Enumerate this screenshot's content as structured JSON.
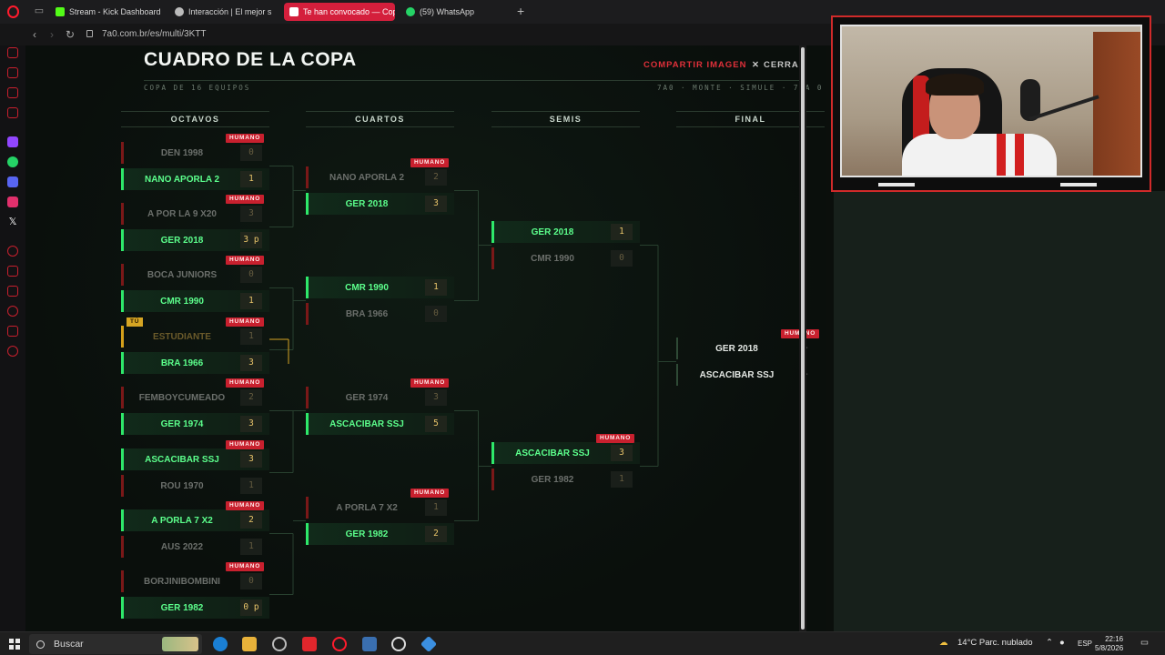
{
  "browser": {
    "tabs": [
      {
        "label": "Stream - Kick Dashboard",
        "color": "#53fc18"
      },
      {
        "label": "Interacción | El mejor s",
        "color": "#ffffff"
      },
      {
        "label": "Te han convocado — Copa",
        "color": "#ffffff",
        "active": true
      },
      {
        "label": "(59) WhatsApp",
        "color": "#25d366"
      }
    ],
    "url": "7a0.com.br/es/multi/3KTT"
  },
  "header": {
    "title": "CUADRO DE LA COPA",
    "share_label": "COMPARTIR IMAGEN",
    "close_label": "CERRAR",
    "subtitle": "COPA DE 16 EQUIPOS",
    "meta": "7A0 · MONTE · SIMULE · 7 A 0"
  },
  "columns": {
    "r16": "OCTAVOS",
    "qf": "CUARTOS",
    "sf": "SEMIS",
    "final": "FINAL"
  },
  "tags": {
    "human": "HUMANO",
    "you": "TÚ"
  },
  "bracket": {
    "r16": [
      {
        "top": {
          "name": "DEN 1998",
          "score": "0",
          "state": "lose"
        },
        "bottom": {
          "name": "NANO APORLA 2",
          "score": "1",
          "state": "win"
        },
        "tag_top": true,
        "tag_bottom": false
      },
      {
        "top": {
          "name": "A POR LA 9 X20",
          "score": "3",
          "state": "lose"
        },
        "bottom": {
          "name": "GER 2018",
          "score": "3 p",
          "state": "win"
        },
        "tag_top": true,
        "tag_bottom": false
      },
      {
        "top": {
          "name": "BOCA JUNIORS",
          "score": "0",
          "state": "lose"
        },
        "bottom": {
          "name": "CMR 1990",
          "score": "1",
          "state": "win"
        },
        "tag_top": true,
        "tag_bottom": false
      },
      {
        "top": {
          "name": "ESTUDIANTE",
          "score": "1",
          "state": "current"
        },
        "bottom": {
          "name": "BRA 1966",
          "score": "3",
          "state": "win"
        },
        "tag_top": true,
        "tag_bottom": false,
        "you": true
      },
      {
        "top": {
          "name": "FEMBOYCUMEADO",
          "score": "2",
          "state": "lose"
        },
        "bottom": {
          "name": "GER 1974",
          "score": "3",
          "state": "win"
        },
        "tag_top": true,
        "tag_bottom": false
      },
      {
        "top": {
          "name": "ASCACIBAR SSJ",
          "score": "3",
          "state": "win"
        },
        "bottom": {
          "name": "ROU 1970",
          "score": "1",
          "state": "lose"
        },
        "tag_top": true,
        "tag_bottom": false
      },
      {
        "top": {
          "name": "A PORLA 7 X2",
          "score": "2",
          "state": "win"
        },
        "bottom": {
          "name": "AUS 2022",
          "score": "1",
          "state": "lose"
        },
        "tag_top": true,
        "tag_bottom": false
      },
      {
        "top": {
          "name": "BORJINIBOMBINI",
          "score": "0",
          "state": "lose"
        },
        "bottom": {
          "name": "GER 1982",
          "score": "0 p",
          "state": "win"
        },
        "tag_top": true,
        "tag_bottom": false
      }
    ],
    "qf": [
      {
        "top": {
          "name": "NANO APORLA 2",
          "score": "2",
          "state": "lose"
        },
        "bottom": {
          "name": "GER 2018",
          "score": "3",
          "state": "win"
        },
        "tag_top": true
      },
      {
        "top": {
          "name": "CMR 1990",
          "score": "1",
          "state": "win"
        },
        "bottom": {
          "name": "BRA 1966",
          "score": "0",
          "state": "lose"
        },
        "tag_top": false
      },
      {
        "top": {
          "name": "GER 1974",
          "score": "3",
          "state": "lose"
        },
        "bottom": {
          "name": "ASCACIBAR SSJ",
          "score": "5",
          "state": "win"
        },
        "tag_top": true
      },
      {
        "top": {
          "name": "A PORLA 7 X2",
          "score": "1",
          "state": "lose"
        },
        "bottom": {
          "name": "GER 1982",
          "score": "2",
          "state": "win"
        },
        "tag_top": true
      }
    ],
    "sf": [
      {
        "top": {
          "name": "GER 2018",
          "score": "1",
          "state": "win"
        },
        "bottom": {
          "name": "CMR 1990",
          "score": "0",
          "state": "lose"
        },
        "tag_top": false
      },
      {
        "top": {
          "name": "ASCACIBAR SSJ",
          "score": "3",
          "state": "win"
        },
        "bottom": {
          "name": "GER 1982",
          "score": "1",
          "state": "lose"
        },
        "tag_top": true
      }
    ],
    "final": {
      "top": {
        "name": "GER 2018",
        "score": "-",
        "state": "neutral"
      },
      "bottom": {
        "name": "ASCACIBAR SSJ",
        "score": "-",
        "state": "neutral"
      },
      "tag_top": true
    }
  },
  "taskbar": {
    "search_placeholder": "Buscar",
    "weather": "14°C  Parc. nublado",
    "lang": "ESP",
    "time": "22:16",
    "date": "5/8/2026"
  },
  "colors": {
    "accent": "#d41f3c",
    "win": "#2ee86a",
    "lose": "#7a1818",
    "you": "#d6a523"
  }
}
